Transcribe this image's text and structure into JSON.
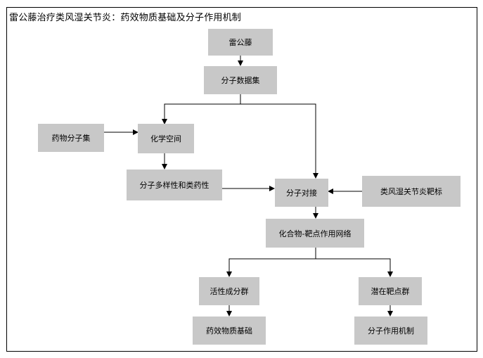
{
  "title": "雷公藤治疗类风湿关节炎：药效物质基础及分子作用机制",
  "nodes": {
    "leigongteng": "雷公藤",
    "molecular_dataset": "分子数据集",
    "drug_molecule_set": "药物分子集",
    "chemical_space": "化学空间",
    "diversity_druglikeness": "分子多样性和类药性",
    "molecular_docking": "分子对接",
    "ra_targets": "类风湿关节炎靶标",
    "compound_target_network": "化合物-靶点作用网络",
    "active_component_group": "活性成分群",
    "potential_target_group": "潜在靶点群",
    "pharmacodynamic_basis": "药效物质基础",
    "molecular_mechanism": "分子作用机制"
  }
}
